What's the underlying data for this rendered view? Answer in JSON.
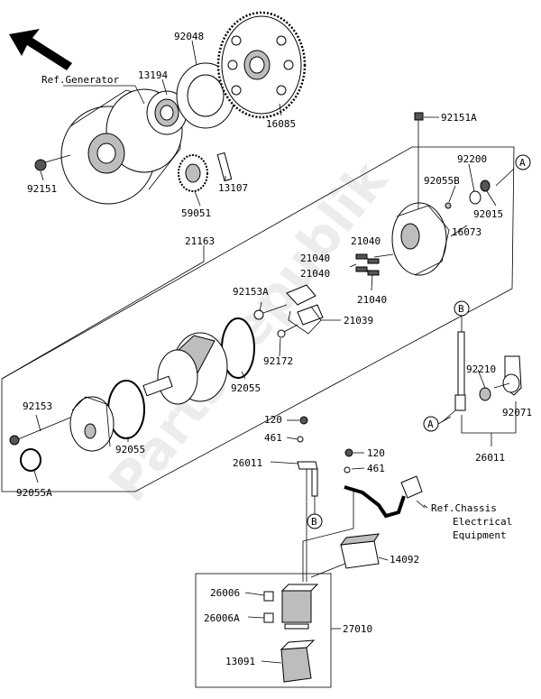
{
  "watermark": "PartsRepublik",
  "references": {
    "generator": "Ref.Generator",
    "chassis_line1": "Ref.Chassis",
    "chassis_line2": "Electrical",
    "chassis_line3": "Equipment"
  },
  "callout_a": "A",
  "callout_b": "B",
  "parts": {
    "p92048": "92048",
    "p13194": "13194",
    "p16085": "16085",
    "p92151": "92151",
    "p13107": "13107",
    "p59051": "59051",
    "p92151A": "92151A",
    "p92200": "92200",
    "p92055B": "92055B",
    "p92015": "92015",
    "p16073": "16073",
    "p21163": "21163",
    "p21040a": "21040",
    "p21040b": "21040",
    "p21040c": "21040",
    "p21040d": "21040",
    "p92153A": "92153A",
    "p21039": "21039",
    "p92172": "92172",
    "p92055a": "92055",
    "p92153": "92153",
    "p92055b": "92055",
    "p92055A": "92055A",
    "p92210": "92210",
    "p92071": "92071",
    "p26011a": "26011",
    "p120a": "120",
    "p461a": "461",
    "p26011b": "26011",
    "p120b": "120",
    "p461b": "461",
    "p14092": "14092",
    "p26006": "26006",
    "p26006A": "26006A",
    "p27010": "27010",
    "p13091": "13091"
  }
}
